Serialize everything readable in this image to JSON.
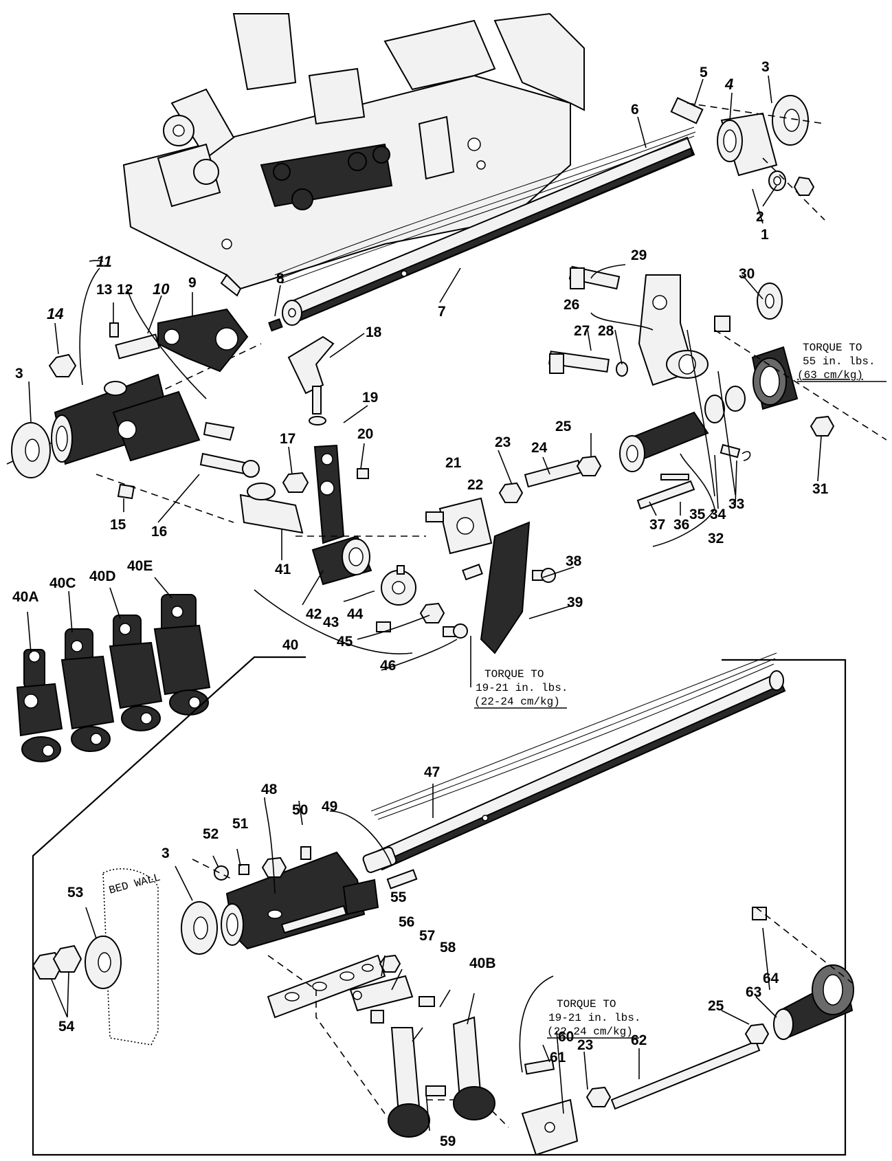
{
  "labels": {
    "l1": "1",
    "l2": "2",
    "l3a": "3",
    "l4": "4",
    "l5": "5",
    "l6": "6",
    "l7": "7",
    "l8": "8",
    "l9": "9",
    "l10": "10",
    "l11": "11",
    "l12": "12",
    "l13": "13",
    "l14": "14",
    "l3b": "3",
    "l15": "15",
    "l16": "16",
    "l17": "17",
    "l18": "18",
    "l19": "19",
    "l20": "20",
    "l21": "21",
    "l22": "22",
    "l23a": "23",
    "l24": "24",
    "l25a": "25",
    "l26": "26",
    "l27": "27",
    "l28": "28",
    "l29": "29",
    "l30": "30",
    "l31": "31",
    "l32": "32",
    "l33": "33",
    "l34": "34",
    "l35": "35",
    "l36": "36",
    "l37": "37",
    "l38": "38",
    "l39": "39",
    "l40": "40",
    "l41": "41",
    "l42": "42",
    "l43": "43",
    "l44": "44",
    "l45": "45",
    "l46": "46",
    "l40A": "40A",
    "l40C": "40C",
    "l40D": "40D",
    "l40E": "40E",
    "l47": "47",
    "l48": "48",
    "l49": "49",
    "l50": "50",
    "l51": "51",
    "l52": "52",
    "l3c": "3",
    "l53": "53",
    "l54": "54",
    "l55": "55",
    "l56": "56",
    "l57": "57",
    "l58": "58",
    "l40B": "40B",
    "l59": "59",
    "l60": "60",
    "l61": "61",
    "l23b": "23",
    "l62": "62",
    "l25b": "25",
    "l63": "63",
    "l64": "64"
  },
  "torque_notes": {
    "upper": [
      "TORQUE TO",
      "55 in. lbs.",
      "(63 cm/kg)"
    ],
    "middle": [
      "TORQUE TO",
      "19-21 in. lbs.",
      "(22-24 cm/kg)"
    ],
    "lower": [
      "TORQUE TO",
      "19-21 in. lbs.",
      "(22-24 cm/kg)"
    ]
  },
  "bed_wall_text": "BED WALL"
}
